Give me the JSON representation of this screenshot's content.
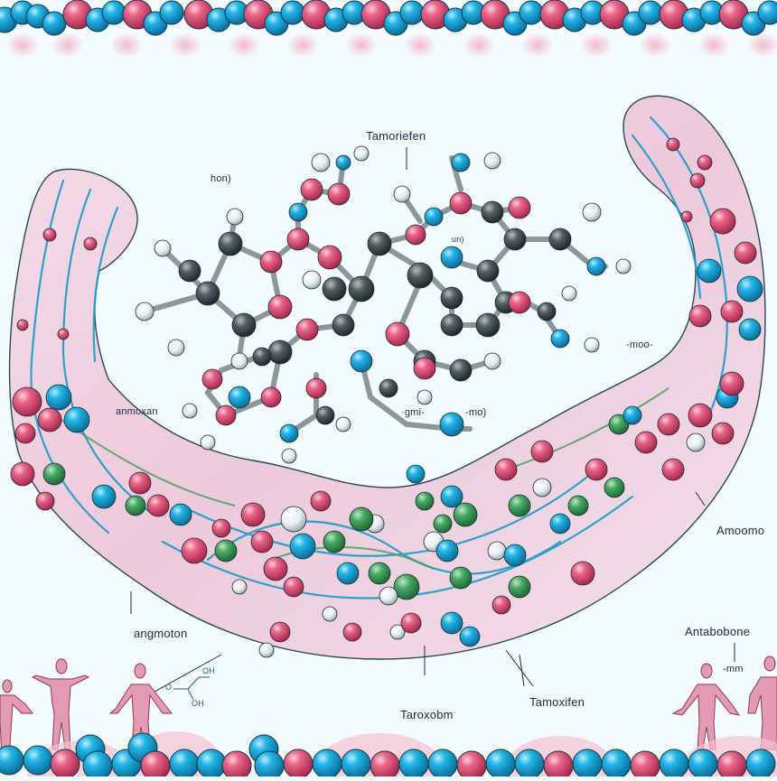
{
  "illustration": {
    "subject": "Molecular structure flexing-arm illustration",
    "colors": {
      "background": "#f4fbfd",
      "atom_blue": "#1aa6d6",
      "atom_pink": "#e2547a",
      "atom_green": "#3d9c5a",
      "atom_gray": "#4a5358",
      "atom_white": "#eef3f5",
      "arm_skin": "#f1c6d6",
      "arm_vein": "#1b9bc9",
      "label_text": "#1d2a44"
    }
  },
  "labels": {
    "top_center": "Tamoriefen",
    "top_left": "hon)",
    "inner_bond": "un)",
    "left_mid": "anmoxan",
    "center_mid": "·gmi-",
    "center_mid_right": "-mo)",
    "right_mid": "-moo-",
    "right_lower": "Amoomo",
    "left_lower": "angmoton",
    "bottom_center": "Taroxobm",
    "bottom_center_right": "Tamoxifen",
    "bottom_right": "Antabobone",
    "bottom_right_sub": "-mm",
    "small_formula_top": "OH",
    "small_formula_bottom": "OH",
    "small_formula_o": "O"
  }
}
